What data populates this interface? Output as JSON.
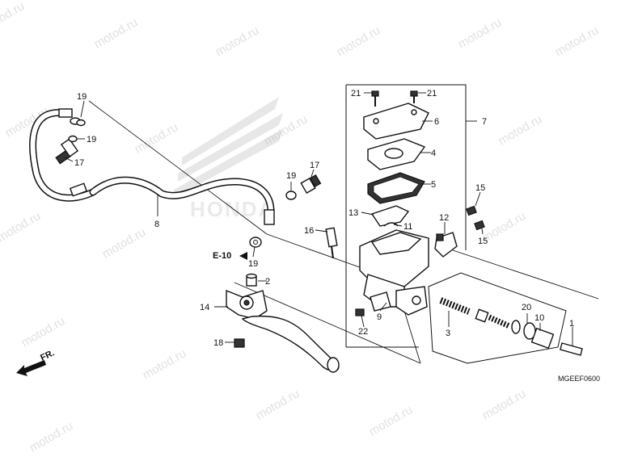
{
  "diagram": {
    "callouts": [
      {
        "id": "c1",
        "text": "1"
      },
      {
        "id": "c2",
        "text": "2"
      },
      {
        "id": "c3",
        "text": "3"
      },
      {
        "id": "c4",
        "text": "4"
      },
      {
        "id": "c5",
        "text": "5"
      },
      {
        "id": "c6",
        "text": "6"
      },
      {
        "id": "c7",
        "text": "7"
      },
      {
        "id": "c8",
        "text": "8"
      },
      {
        "id": "c9",
        "text": "9"
      },
      {
        "id": "c10",
        "text": "10"
      },
      {
        "id": "c11",
        "text": "11"
      },
      {
        "id": "c12",
        "text": "12"
      },
      {
        "id": "c13",
        "text": "13"
      },
      {
        "id": "c14",
        "text": "14"
      },
      {
        "id": "c15a",
        "text": "15"
      },
      {
        "id": "c15b",
        "text": "15"
      },
      {
        "id": "c16",
        "text": "16"
      },
      {
        "id": "c17a",
        "text": "17"
      },
      {
        "id": "c17b",
        "text": "17"
      },
      {
        "id": "c18",
        "text": "18"
      },
      {
        "id": "c19a",
        "text": "19"
      },
      {
        "id": "c19b",
        "text": "19"
      },
      {
        "id": "c19c",
        "text": "19"
      },
      {
        "id": "c19d",
        "text": "19"
      },
      {
        "id": "c20",
        "text": "20"
      },
      {
        "id": "c21a",
        "text": "21"
      },
      {
        "id": "c21b",
        "text": "21"
      },
      {
        "id": "c22",
        "text": "22"
      }
    ],
    "reference": "E-10",
    "direction": "FR.",
    "drawing_code": "MGEEF0600",
    "watermark": "motod.ru",
    "background_logo": "HONDA"
  }
}
